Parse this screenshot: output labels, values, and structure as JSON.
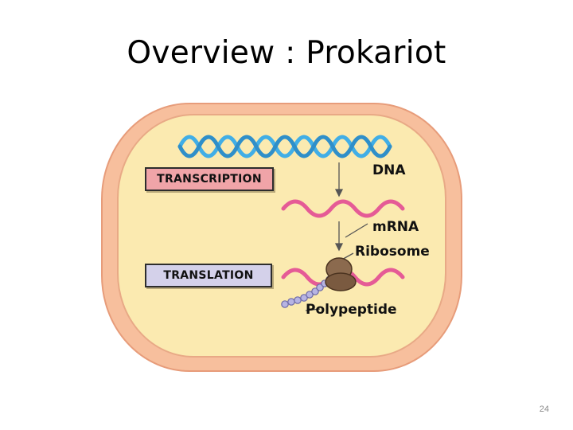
{
  "slide": {
    "title": "Overview : Prokariot",
    "page_number": "24"
  },
  "diagram": {
    "steps": [
      {
        "label": "TRANSCRIPTION",
        "color": "#f0a4a8"
      },
      {
        "label": "TRANSLATION",
        "color": "#d4d1ea"
      }
    ],
    "labels": {
      "dna": "DNA",
      "mrna": "mRNA",
      "ribosome": "Ribosome",
      "polypeptide": "Polypeptide"
    },
    "colors": {
      "cell_wall": "#f7bf9d",
      "cytoplasm": "#fbeab0",
      "dna": "#41aee6",
      "mrna": "#e55b96",
      "ribosome": "#8b6a4e",
      "polypeptide": "#b7b4e3"
    }
  }
}
